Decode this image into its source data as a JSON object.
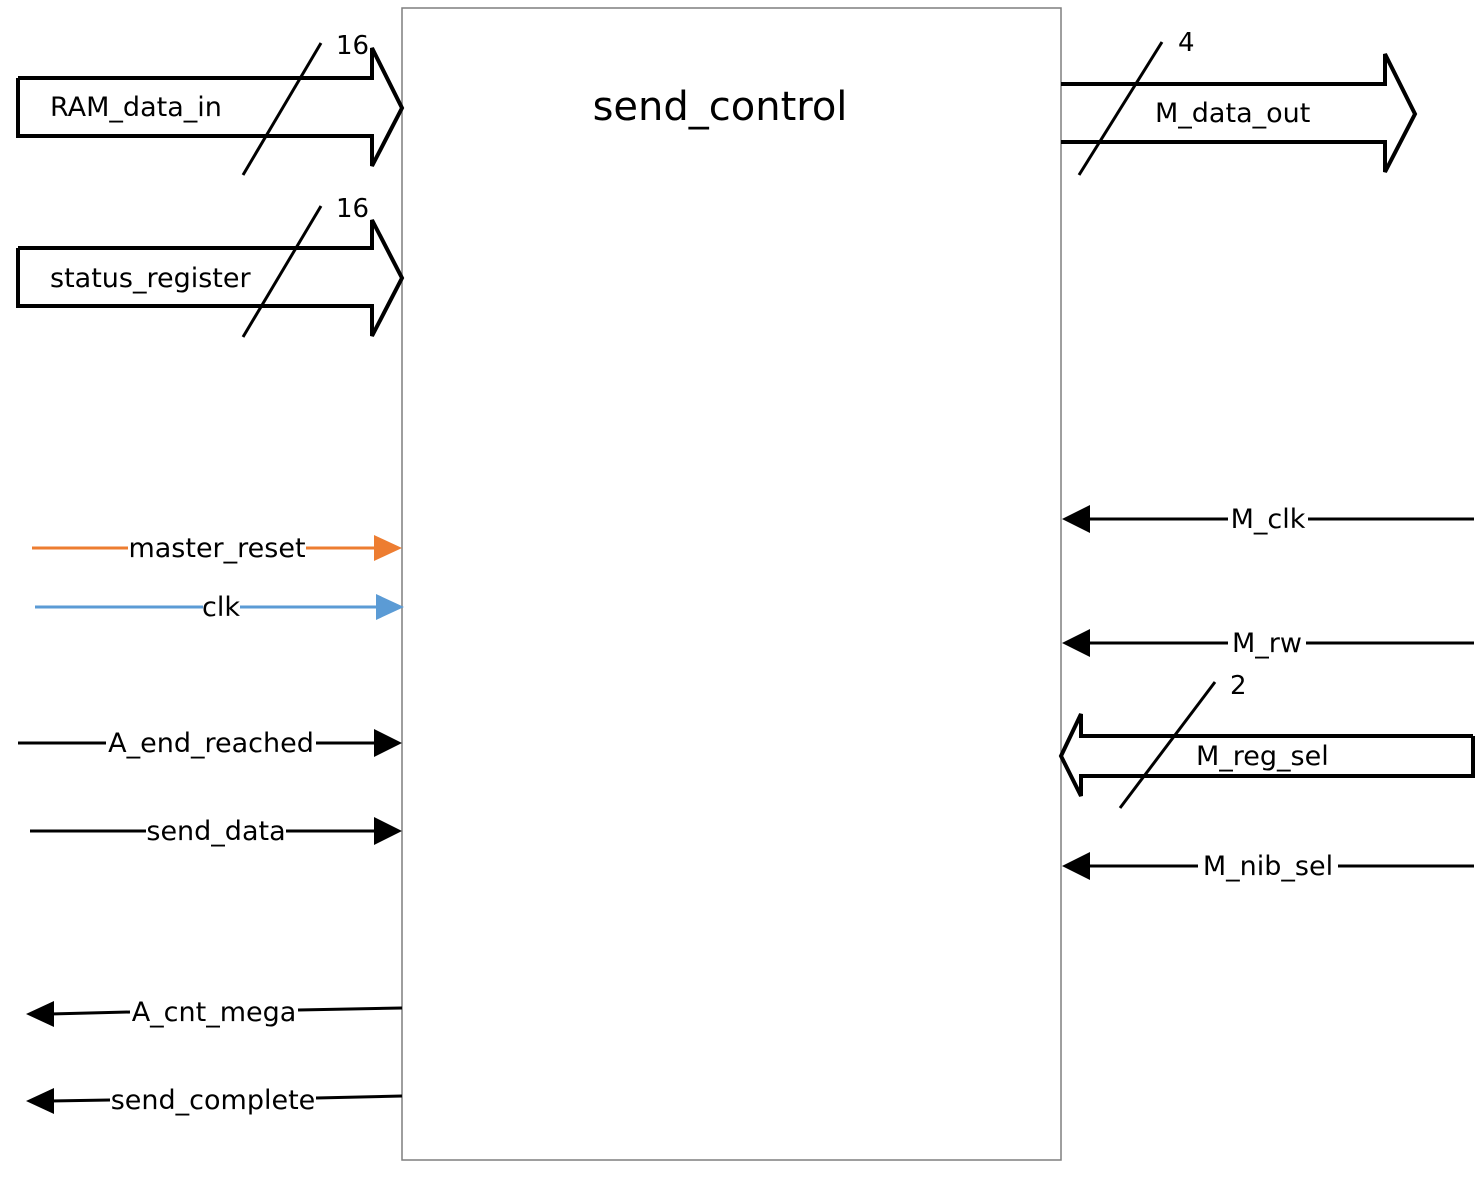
{
  "block": {
    "title": "send_control"
  },
  "colors": {
    "line": "#000000",
    "reset": "#ED7D31",
    "clock": "#5B9BD5",
    "box_border": "#7f7f7f"
  },
  "bus_inputs": [
    {
      "label": "RAM_data_in",
      "width": "16"
    },
    {
      "label": "status_register",
      "width": "16"
    }
  ],
  "bus_outputs": [
    {
      "label": "M_data_out",
      "width": "4"
    },
    {
      "label": "M_reg_sel",
      "width": "2"
    }
  ],
  "signal_inputs": [
    {
      "label": "master_reset",
      "color": "#ED7D31"
    },
    {
      "label": "clk",
      "color": "#5B9BD5"
    },
    {
      "label": "A_end_reached",
      "color": "#000000"
    },
    {
      "label": "send_data",
      "color": "#000000"
    }
  ],
  "signal_outputs_left": [
    {
      "label": "A_cnt_mega"
    },
    {
      "label": "send_complete"
    }
  ],
  "signal_right": [
    {
      "label": "M_clk"
    },
    {
      "label": "M_rw"
    },
    {
      "label": "M_nib_sel"
    }
  ]
}
